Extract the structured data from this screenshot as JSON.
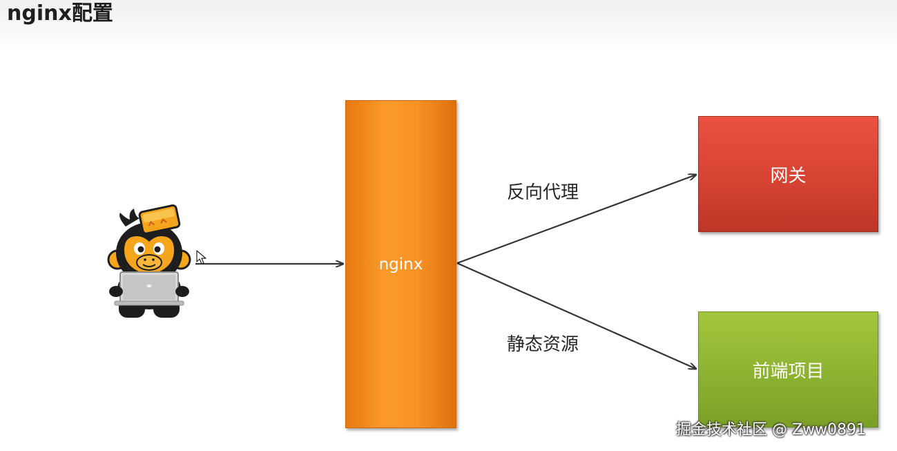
{
  "slide": {
    "title": "nginx配置"
  },
  "diagram": {
    "nodes": {
      "nginx": {
        "label": "nginx",
        "color": "#f7941d"
      },
      "gateway": {
        "label": "网关",
        "color": "#d9483a"
      },
      "frontend": {
        "label": "前端项目",
        "color": "#8fb433"
      }
    },
    "edges": {
      "reverse_proxy": {
        "label": "反向代理"
      },
      "static_resources": {
        "label": "静态资源"
      }
    },
    "client_icon": "programmer-monkey-mascot-icon",
    "cursor_icon": "mouse-pointer-icon"
  },
  "watermark": {
    "text": "掘金技术社区 @ Zww0891"
  }
}
